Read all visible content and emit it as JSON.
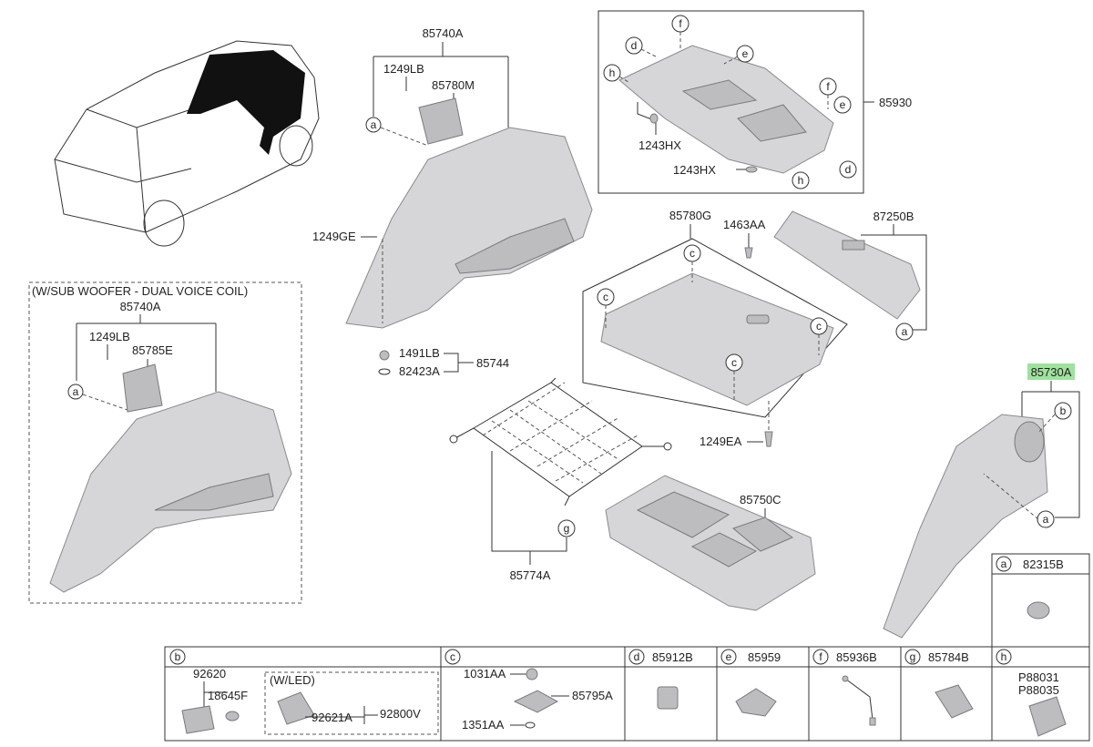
{
  "labels": {
    "p85740A": "85740A",
    "p1249LB": "1249LB",
    "p85780M": "85780M",
    "p1249GE": "1249GE",
    "p1491LB": "1491LB",
    "p82423A": "82423A",
    "p85744": "85744",
    "p85930": "85930",
    "p1243HX_a": "1243HX",
    "p1243HX_b": "1243HX",
    "p85780G": "85780G",
    "p1463AA": "1463AA",
    "p87250B": "87250B",
    "p1249EA": "1249EA",
    "p85730A": "85730A",
    "p85750C": "85750C",
    "p85774A": "85774A",
    "sub_title": "(W/SUB WOOFER - DUAL VOICE COIL)",
    "sub_85740A": "85740A",
    "sub_1249LB": "1249LB",
    "sub_85785E": "85785E",
    "a_82315B": "82315B"
  },
  "refs": {
    "a": "a",
    "b": "b",
    "c": "c",
    "d": "d",
    "e": "e",
    "f": "f",
    "g": "g",
    "h": "h"
  },
  "table": {
    "b_92620": "92620",
    "b_18645F": "18645F",
    "b_wled": "(W/LED)",
    "b_92621A": "92621A",
    "b_92800V": "92800V",
    "c_1031AA": "1031AA",
    "c_85795A": "85795A",
    "c_1351AA": "1351AA",
    "d_85912B": "85912B",
    "e_85959": "85959",
    "f_85936B": "85936B",
    "g_85784B": "85784B",
    "h_P88031": "P88031",
    "h_P88035": "P88035"
  },
  "colors": {
    "highlight": "#9ee29e",
    "part_fill": "#d6d6d8",
    "line": "#333333"
  }
}
